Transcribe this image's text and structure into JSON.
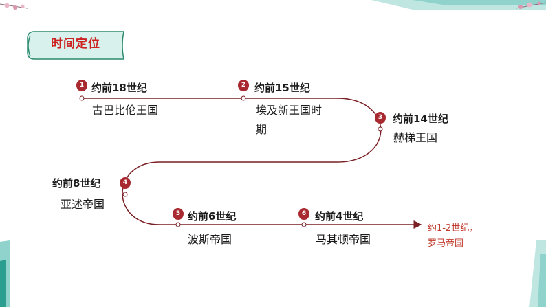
{
  "section": {
    "title": "时间定位"
  },
  "timeline": {
    "nodes": [
      {
        "num": "1",
        "era": "约前18世纪",
        "place": "古巴比伦王国"
      },
      {
        "num": "2",
        "era": "约前15世纪",
        "place_line1": "埃及新王国时",
        "place_line2": "期"
      },
      {
        "num": "3",
        "era": "约前14世纪",
        "place": "赫梯王国"
      },
      {
        "num": "4",
        "era": "约前8世纪",
        "place": "亚述帝国"
      },
      {
        "num": "5",
        "era": "约前6世纪",
        "place": "波斯帝国"
      },
      {
        "num": "6",
        "era": "约前4世纪",
        "place": "马其顿帝国"
      }
    ],
    "end": {
      "line1": "约1-2世纪，",
      "line2": "罗马帝国"
    }
  },
  "colors": {
    "line": "#7a1f24",
    "marker": "#a82a30",
    "accent_text": "#c0392b",
    "tag_fill": "#d9f1ec",
    "tag_stroke": "#2b8a6e",
    "deco_teal": "#8fd3cc"
  }
}
